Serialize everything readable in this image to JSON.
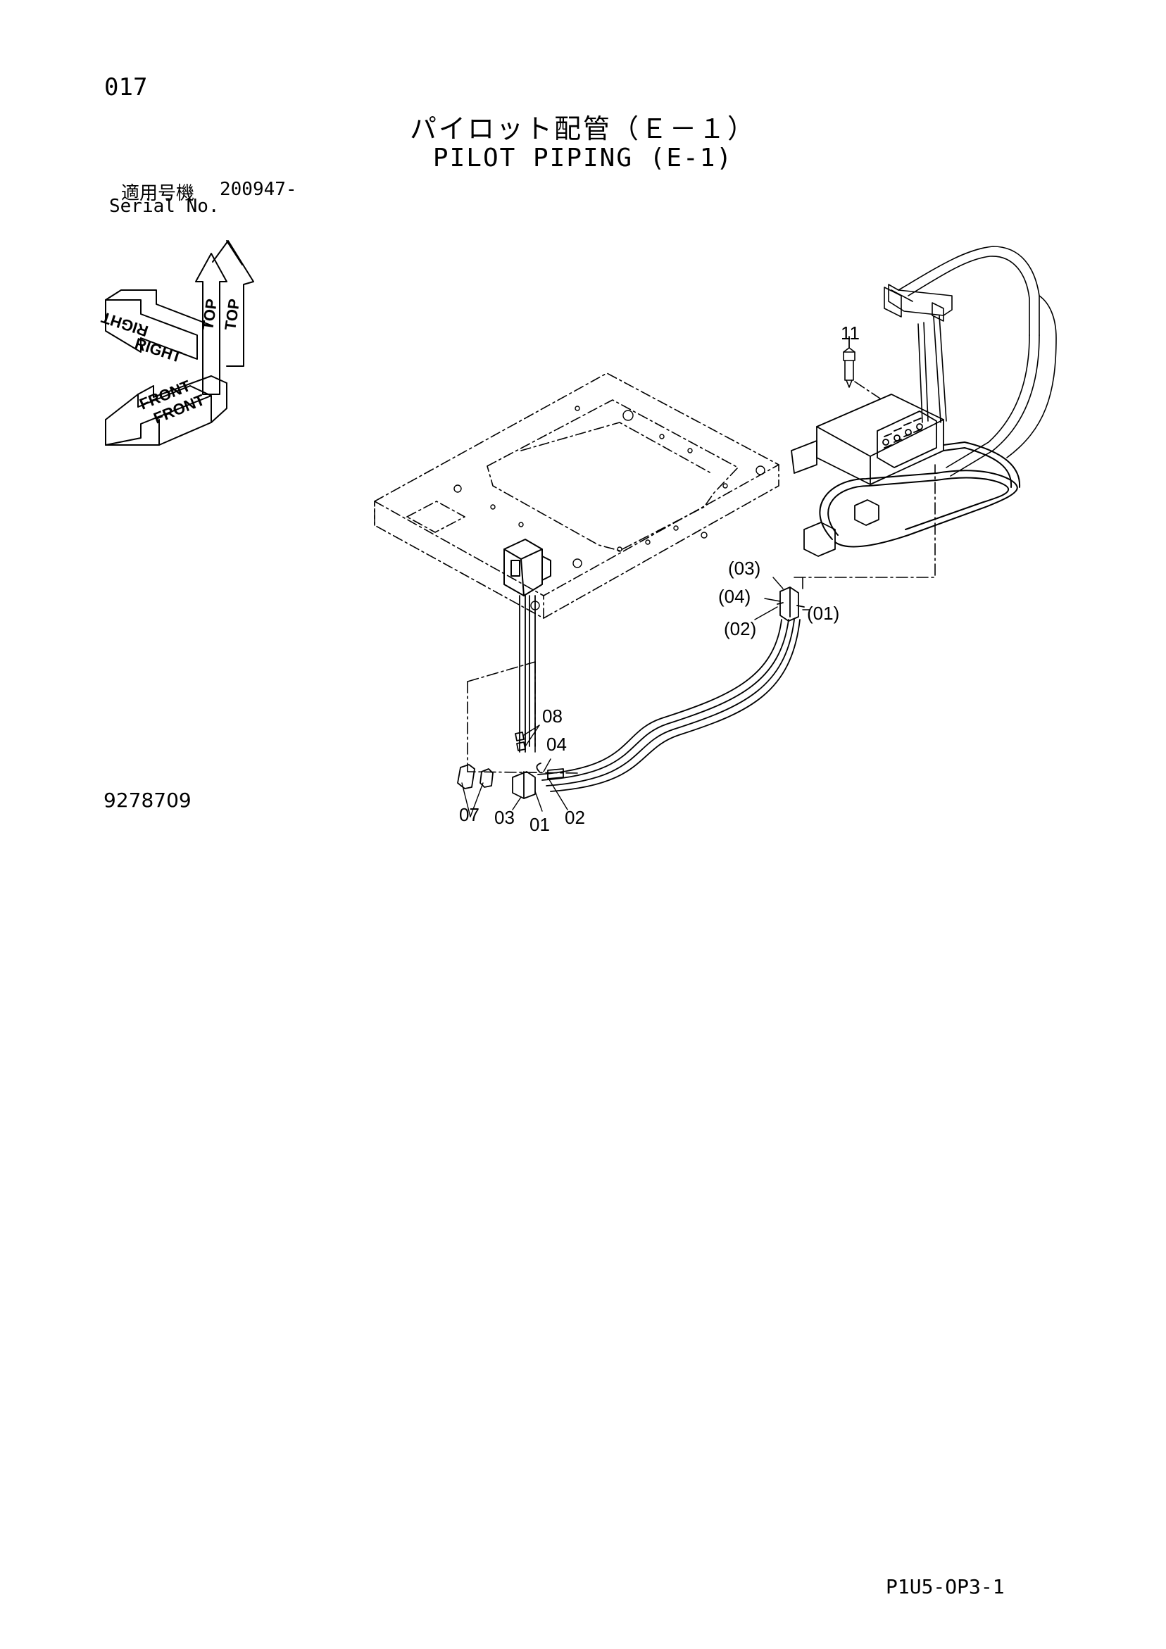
{
  "page_number": "017",
  "title_jp": "パイロット配管（Ｅ－１）",
  "title_en": "PILOT PIPING (E-1)",
  "serial_label_jp": "適用号機",
  "serial_value": "200947-",
  "serial_label_en": "Serial No.",
  "drawing_id": "9278709",
  "page_code": "P1U5-OP3-1",
  "orientation": {
    "top_1": "TOP",
    "top_2": "TOP",
    "right_1": "RIGHT",
    "right_2": "RIGHT",
    "front_1": "FRONT",
    "front_2": "FRONT"
  },
  "callouts": {
    "c11": "11",
    "c03p": "(03)",
    "c04p": "(04)",
    "c01p": "(01)",
    "c02p": "(02)",
    "c08": "08",
    "c04": "04",
    "c07": "07",
    "c03": "03",
    "c01": "01",
    "c02": "02"
  }
}
